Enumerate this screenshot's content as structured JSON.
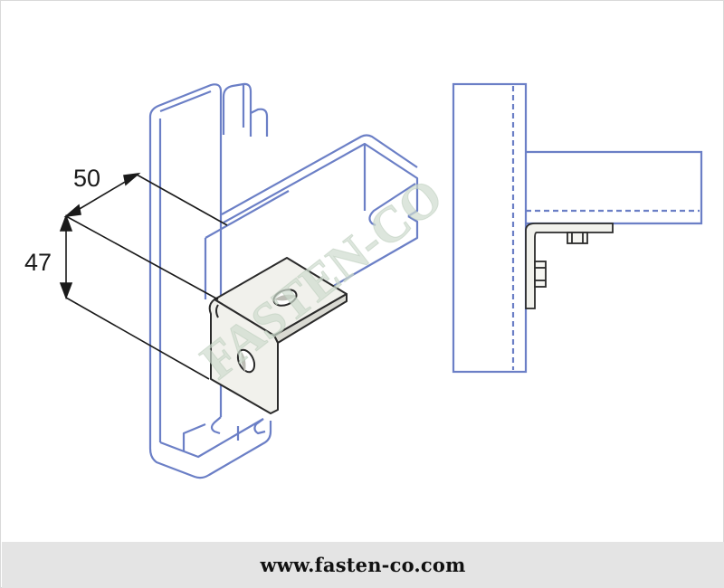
{
  "colors": {
    "channel": "#6b7fc6",
    "bracket_fill": "#f1f1ec",
    "bracket_stroke": "#2a2a2a",
    "dimension": "#1a1a1a",
    "watermark": "#cfdccf",
    "footer_bg": "#e4e4e4"
  },
  "dimensions": {
    "width_label": "50",
    "height_label": "47"
  },
  "watermark": {
    "text": "FASTEN-CO"
  },
  "footer": {
    "url": "www.fasten-co.com"
  }
}
